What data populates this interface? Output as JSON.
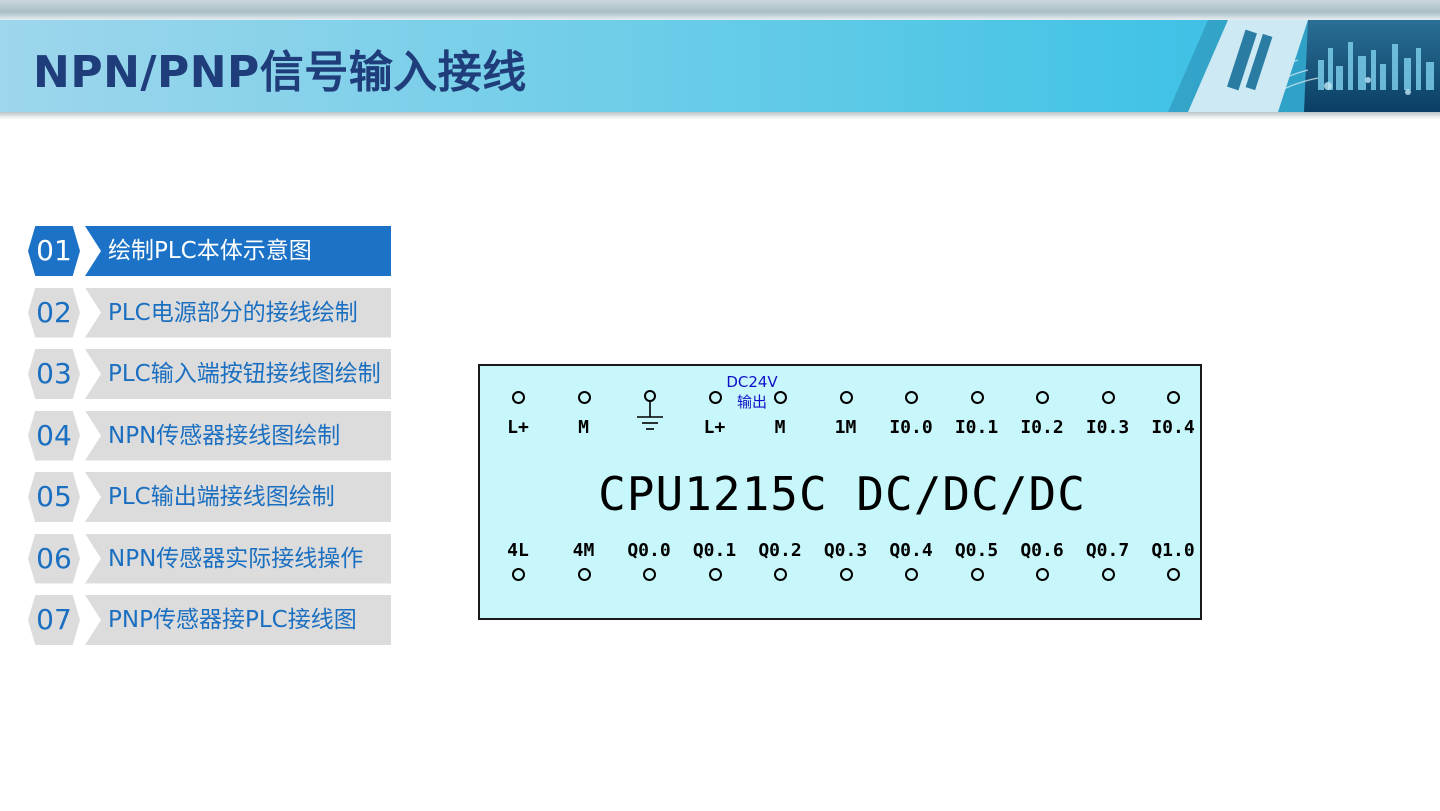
{
  "page": {
    "title": "NPN/PNP信号输入接线"
  },
  "menu": [
    {
      "num": "01",
      "label": "绘制PLC本体示意图",
      "active": true
    },
    {
      "num": "02",
      "label": "PLC电源部分的接线绘制",
      "active": false
    },
    {
      "num": "03",
      "label": "PLC输入端按钮接线图绘制",
      "active": false
    },
    {
      "num": "04",
      "label": "NPN传感器接线图绘制",
      "active": false
    },
    {
      "num": "05",
      "label": "PLC输出端接线图绘制",
      "active": false
    },
    {
      "num": "06",
      "label": "NPN传感器实际接线操作",
      "active": false
    },
    {
      "num": "07",
      "label": "PNP传感器接PLC接线图",
      "active": false
    }
  ],
  "plc": {
    "model": "CPU1215C DC/DC/DC",
    "dc_note": {
      "line1": "DC24V",
      "line2": "输出"
    },
    "top_terminals": [
      "L+",
      "M",
      "",
      "L+",
      "M",
      "1M",
      "I0.0",
      "I0.1",
      "I0.2",
      "I0.3",
      "I0.4"
    ],
    "bottom_terminals": [
      "4L",
      "4M",
      "Q0.0",
      "Q0.1",
      "Q0.2",
      "Q0.3",
      "Q0.4",
      "Q0.5",
      "Q0.6",
      "Q0.7",
      "Q1.0"
    ]
  },
  "colors": {
    "banner": "#43c3e6",
    "title": "#1f3d7a",
    "menu_active": "#1b72c6",
    "menu_inactive": "#dcdcdc",
    "menu_text": "#1b6fc0",
    "plc_body": "#c7f7fa",
    "dc_note": "#1010c8"
  }
}
